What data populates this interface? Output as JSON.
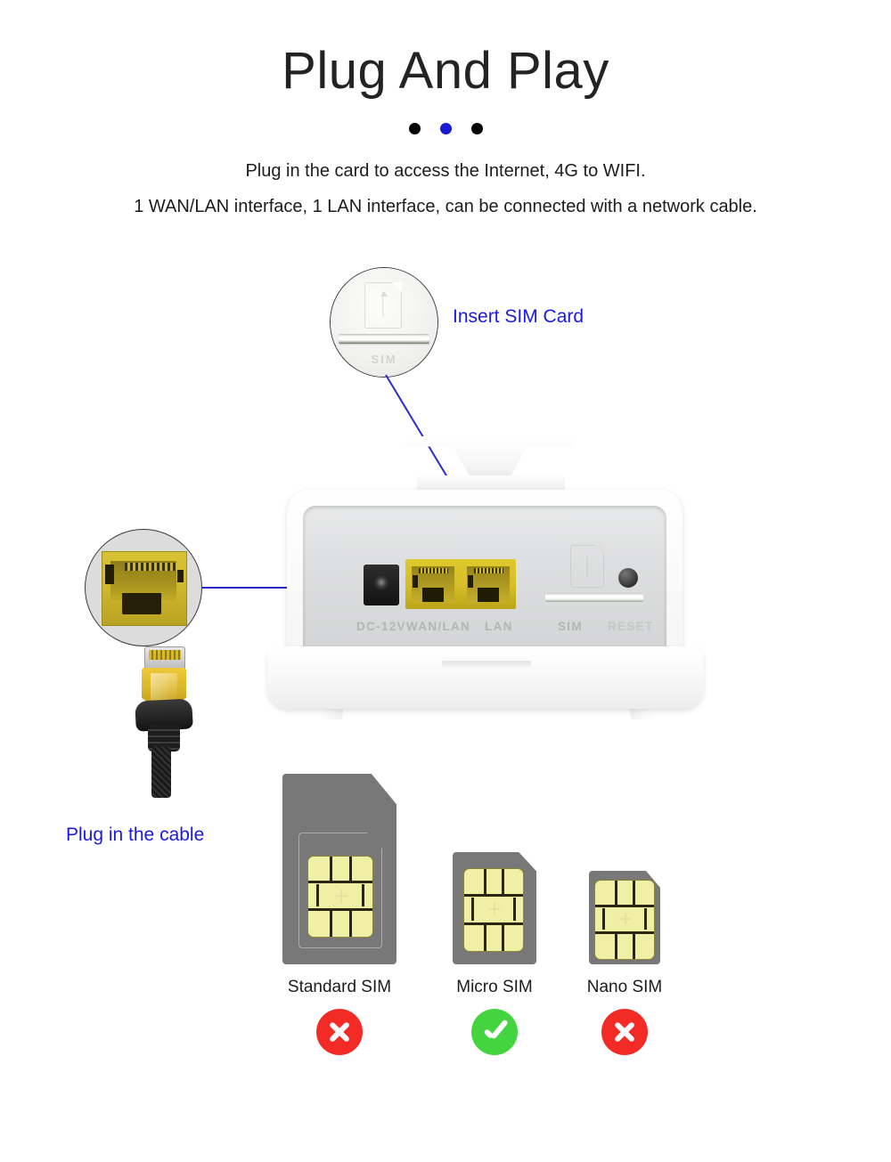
{
  "header": {
    "title": "Plug And Play",
    "dots": [
      "black",
      "blue",
      "black"
    ],
    "accent_color": "#1a1ad4",
    "subtitle_line1": "Plug in the card to access the Internet, 4G to WIFI.",
    "subtitle_line2": "1 WAN/LAN interface, 1 LAN interface, can be connected with a network cable."
  },
  "callouts": {
    "sim": {
      "label": "Insert SIM Card",
      "color": "#1a1ae0",
      "magnifier_slot_text": "SIM"
    },
    "cable": {
      "label": "Plug in the cable",
      "color": "#1a1ae0"
    }
  },
  "device": {
    "port_labels": {
      "power": "DC-12V",
      "wan_lan": "WAN/LAN",
      "lan": "LAN",
      "sim": "SIM",
      "reset": "RESET"
    },
    "port_accent_color": "#d4bd26"
  },
  "sim_cards": [
    {
      "name": "Standard SIM",
      "status": "not-supported",
      "mark": "cross",
      "mark_color": "#f22b26"
    },
    {
      "name": "Micro SIM",
      "status": "supported",
      "mark": "check",
      "mark_color": "#43d43f"
    },
    {
      "name": "Nano SIM",
      "status": "not-supported",
      "mark": "cross",
      "mark_color": "#f22b26"
    }
  ]
}
